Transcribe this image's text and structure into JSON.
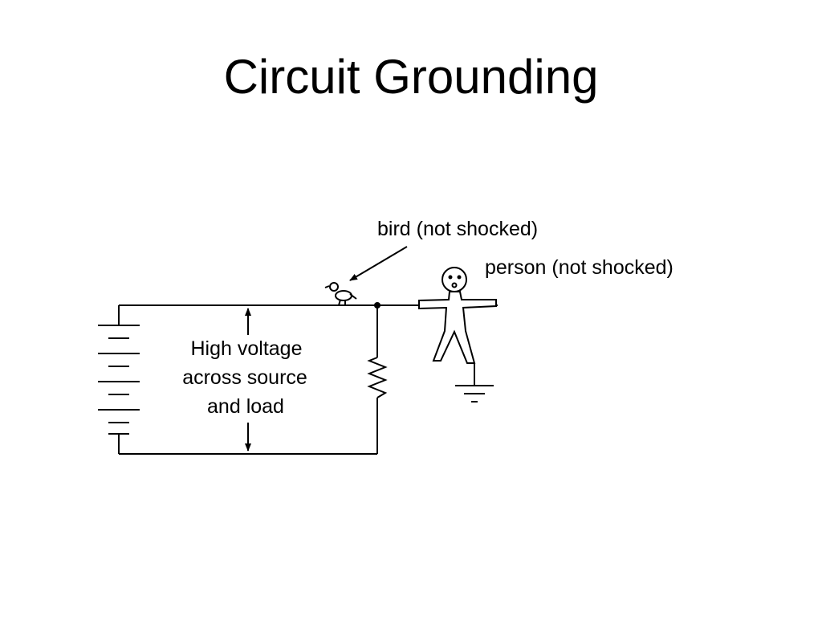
{
  "slide": {
    "title": "Circuit Grounding"
  },
  "diagram": {
    "labels": {
      "bird": "bird (not shocked)",
      "person": "person (not shocked)",
      "voltage_line1": "High voltage",
      "voltage_line2": "across source",
      "voltage_line3": "and load"
    }
  }
}
